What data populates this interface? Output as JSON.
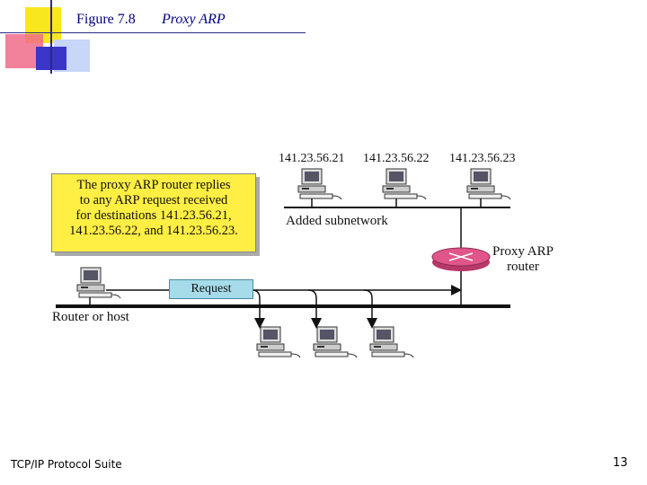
{
  "header": {
    "figure_label": "Figure 7.8",
    "figure_title": "Proxy ARP"
  },
  "note": {
    "lines": [
      "The proxy ARP router replies",
      "to any ARP request received",
      "for destinations 141.23.56.21,",
      "141.23.56.22, and 141.23.56.23."
    ]
  },
  "diagram": {
    "ip_addresses": [
      "141.23.56.21",
      "141.23.56.22",
      "141.23.56.23"
    ],
    "subnetwork_label": "Added subnetwork",
    "router_label_line1": "Proxy ARP",
    "router_label_line2": "router",
    "host_label": "Router or host",
    "request_label": "Request"
  },
  "colors": {
    "title": "#000080",
    "note_bg": "#ffee44",
    "request_bg": "#a6dcea",
    "router": "#e0558a"
  },
  "footer": {
    "left": "TCP/IP Protocol Suite",
    "page_number": "13"
  }
}
